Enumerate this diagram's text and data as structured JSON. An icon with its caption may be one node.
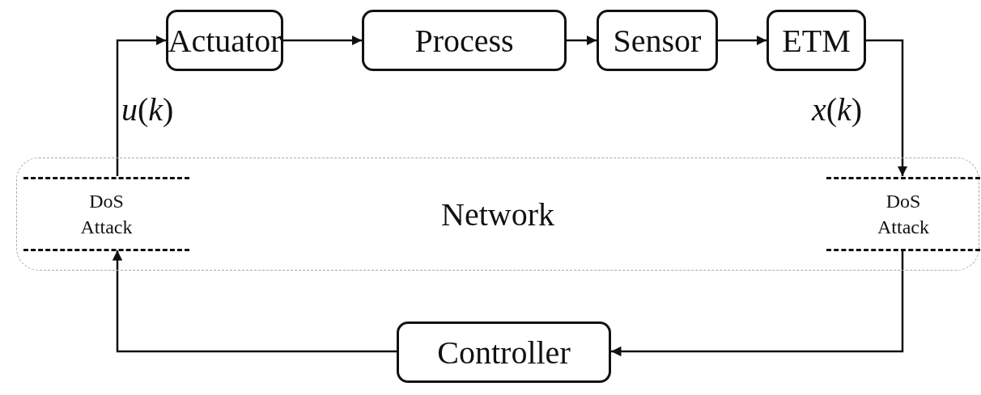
{
  "diagram": {
    "nodes": [
      {
        "text": [
          "Actuator"
        ]
      },
      {
        "text": [
          "Process"
        ]
      },
      {
        "text": [
          "Sensor"
        ]
      },
      {
        "text": [
          "ETM"
        ]
      },
      {
        "text": [
          "Network"
        ]
      },
      {
        "text": [
          "DoS Attack"
        ],
        "in": 4
      },
      {
        "text": [
          "DoS Attack"
        ],
        "in": 4
      },
      {
        "text": [
          "Controller"
        ]
      }
    ],
    "edges": [
      {
        "from": 5,
        "to": 0,
        "arrow": "to",
        "label": "*u*(*k*)"
      },
      {
        "from": 0,
        "to": 1,
        "arrow": "to"
      },
      {
        "from": 1,
        "to": 2,
        "arrow": "to"
      },
      {
        "from": 2,
        "to": 3,
        "arrow": "to"
      },
      {
        "from": 3,
        "to": 6,
        "arrow": "to",
        "label": "*x*(*k*)"
      },
      {
        "from": 6,
        "to": 7,
        "arrow": "to"
      },
      {
        "from": 7,
        "to": 5,
        "arrow": "to"
      }
    ]
  }
}
